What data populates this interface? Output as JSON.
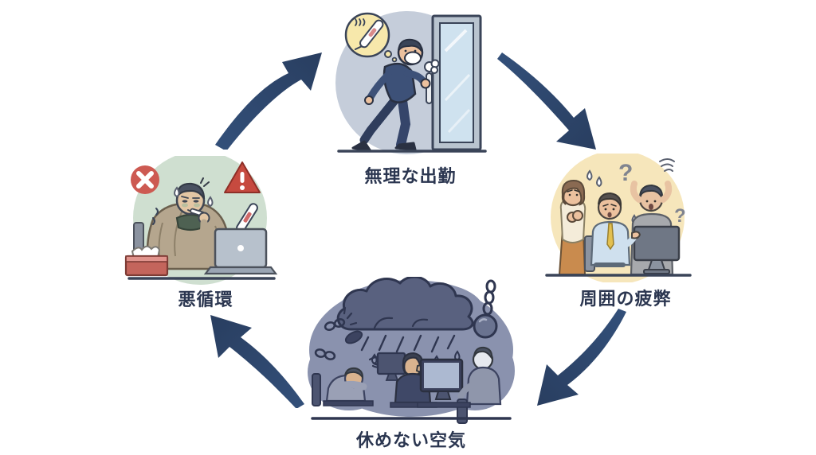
{
  "page": {
    "type": "cycle-diagram",
    "background_color": "#ffffff",
    "arrow_color": "#2e4568",
    "label_color": "#2b3650"
  },
  "cycle": {
    "direction": "clockwise",
    "nodes": [
      {
        "id": "forced-attendance",
        "position": "top",
        "label": "無理な出勤",
        "bg_color": "#c5cdda",
        "icons": [
          "thermometer-thought-bubble-icon",
          "heat-waves-icon",
          "cough-puff-icon",
          "face-mask-icon",
          "glass-door"
        ]
      },
      {
        "id": "coworker-exhaustion",
        "position": "right",
        "label": "周囲の疲弊",
        "bg_color": "#f6e6bb",
        "icons": [
          "question-mark-icon",
          "sweat-drops-icon",
          "scribble-icon",
          "computer-monitor"
        ]
      },
      {
        "id": "cannot-rest-atmosphere",
        "position": "bottom",
        "label": "休めない空気",
        "bg_color": "#8a92ae",
        "icons": [
          "storm-cloud-icon",
          "rain-icon",
          "ball-and-chain-icon",
          "broken-chain-icon",
          "tornado-scribble-icon",
          "glowing-monitor"
        ]
      },
      {
        "id": "vicious-cycle",
        "position": "left",
        "label": "悪循環",
        "bg_color": "#cfdfd0",
        "icons": [
          "x-mark-badge-icon",
          "warning-triangle-icon",
          "thermometer-icon",
          "tissue-box",
          "laptop",
          "shiver-marks-icon"
        ]
      }
    ]
  }
}
